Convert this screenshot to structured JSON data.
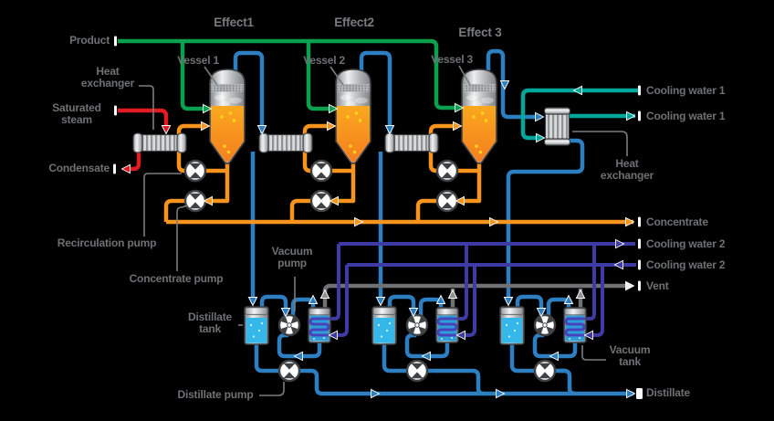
{
  "diagram": {
    "titles": {
      "effect1": "Effect1",
      "effect2": "Effect2",
      "effect3": "Effect 3"
    },
    "vessels": {
      "v1": "Vessel 1",
      "v2": "Vessel 2",
      "v3": "Vessel 3"
    },
    "labels": {
      "product": "Product",
      "heat_exchanger_left": "Heat exchanger",
      "saturated_steam": "Saturated steam",
      "condensate": "Condensate",
      "recirculation_pump": "Recirculation pump",
      "concentrate_pump": "Concentrate pump",
      "vacuum_pump": "Vacuum pump",
      "distillate_tank": "Distillate tank",
      "distillate_pump": "Distillate pump",
      "cooling_water_1_in": "Cooling water 1",
      "cooling_water_1_out": "Cooling water 1",
      "heat_exchanger_right": "Heat exchanger",
      "concentrate": "Concentrate",
      "cooling_water_2_out": "Cooling water 2",
      "cooling_water_2_in": "Cooling water 2",
      "vent": "Vent",
      "vacuum_tank": "Vacuum tank",
      "distillate": "Distillate"
    },
    "colors": {
      "background": "#000000",
      "product_green": "#0aa04e",
      "vapor_blue": "#2d7fc2",
      "liquid_lightblue": "#35b7e9",
      "cooling1_teal": "#00a79b",
      "concentrate_orange": "#f7941e",
      "steam_red": "#e01b22",
      "cooling2_indigo": "#3f3ba6",
      "coil_purple": "#4743bd",
      "vent_gray": "#6f7174",
      "label_gray": "#6e7174"
    }
  }
}
